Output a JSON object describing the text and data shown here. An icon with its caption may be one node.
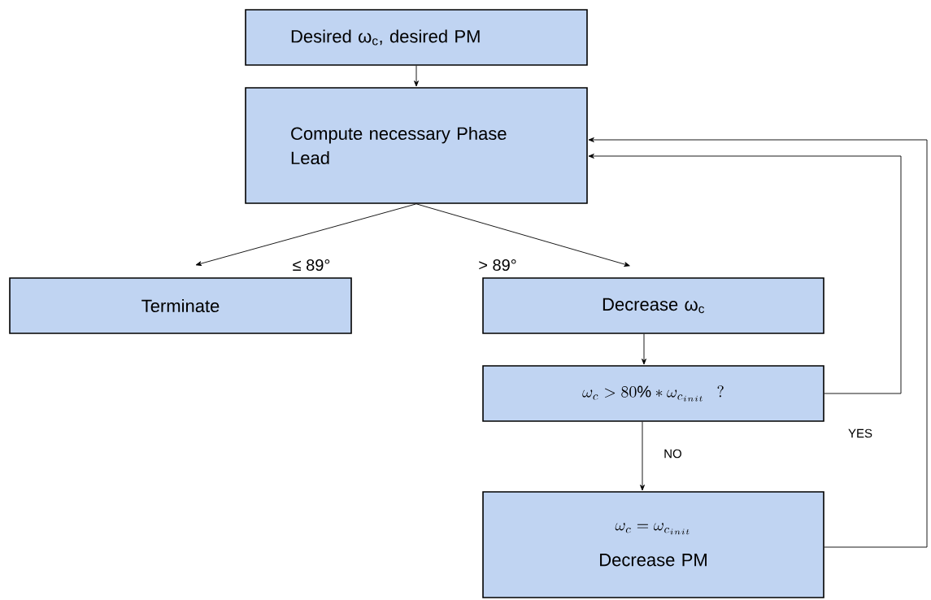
{
  "diagram": {
    "nodes": [
      {
        "text": [
          "Desired ω$_{c}$, desired PM"
        ]
      },
      {
        "text": [
          "Compute necessary Phase Lead"
        ]
      },
      {
        "text": [
          "Terminate"
        ]
      },
      {
        "text": [
          "Decrease ω$_{c}$"
        ]
      },
      {
        "text": [
          "\\omega_c > 80\\% * \\omega_{c_{init}}\\ ?"
        ]
      },
      {
        "text": [
          "\\omega_c = \\omega_{c_{init}}",
          "Decrease PM"
        ]
      }
    ],
    "edges": [
      {
        "from": 0,
        "to": 1,
        "arrow": "to"
      },
      {
        "from": 1,
        "to": 2,
        "arrow": "to",
        "label": "≤ 89°"
      },
      {
        "from": 1,
        "to": 3,
        "arrow": "to",
        "label": "> 89°"
      },
      {
        "from": 3,
        "to": 4,
        "arrow": "to"
      },
      {
        "from": 4,
        "to": 1,
        "arrow": "to",
        "label": "YES"
      },
      {
        "from": 4,
        "to": 5,
        "arrow": "to",
        "label": "NO"
      },
      {
        "from": 5,
        "to": 1,
        "arrow": "to"
      }
    ]
  }
}
